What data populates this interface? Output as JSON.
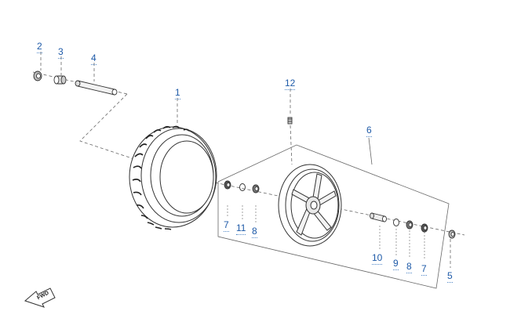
{
  "callouts": {
    "c1": "1",
    "c2": "2",
    "c3": "3",
    "c4": "4",
    "c5": "5",
    "c6": "6",
    "c7a": "7",
    "c7b": "7",
    "c8a": "8",
    "c8b": "8",
    "c9": "9",
    "c10": "10",
    "c11": "11",
    "c12": "12"
  },
  "direction_badge": "FWD",
  "colors": {
    "callout": "#1e5aa8",
    "line": "#555555",
    "part_stroke": "#333333"
  }
}
